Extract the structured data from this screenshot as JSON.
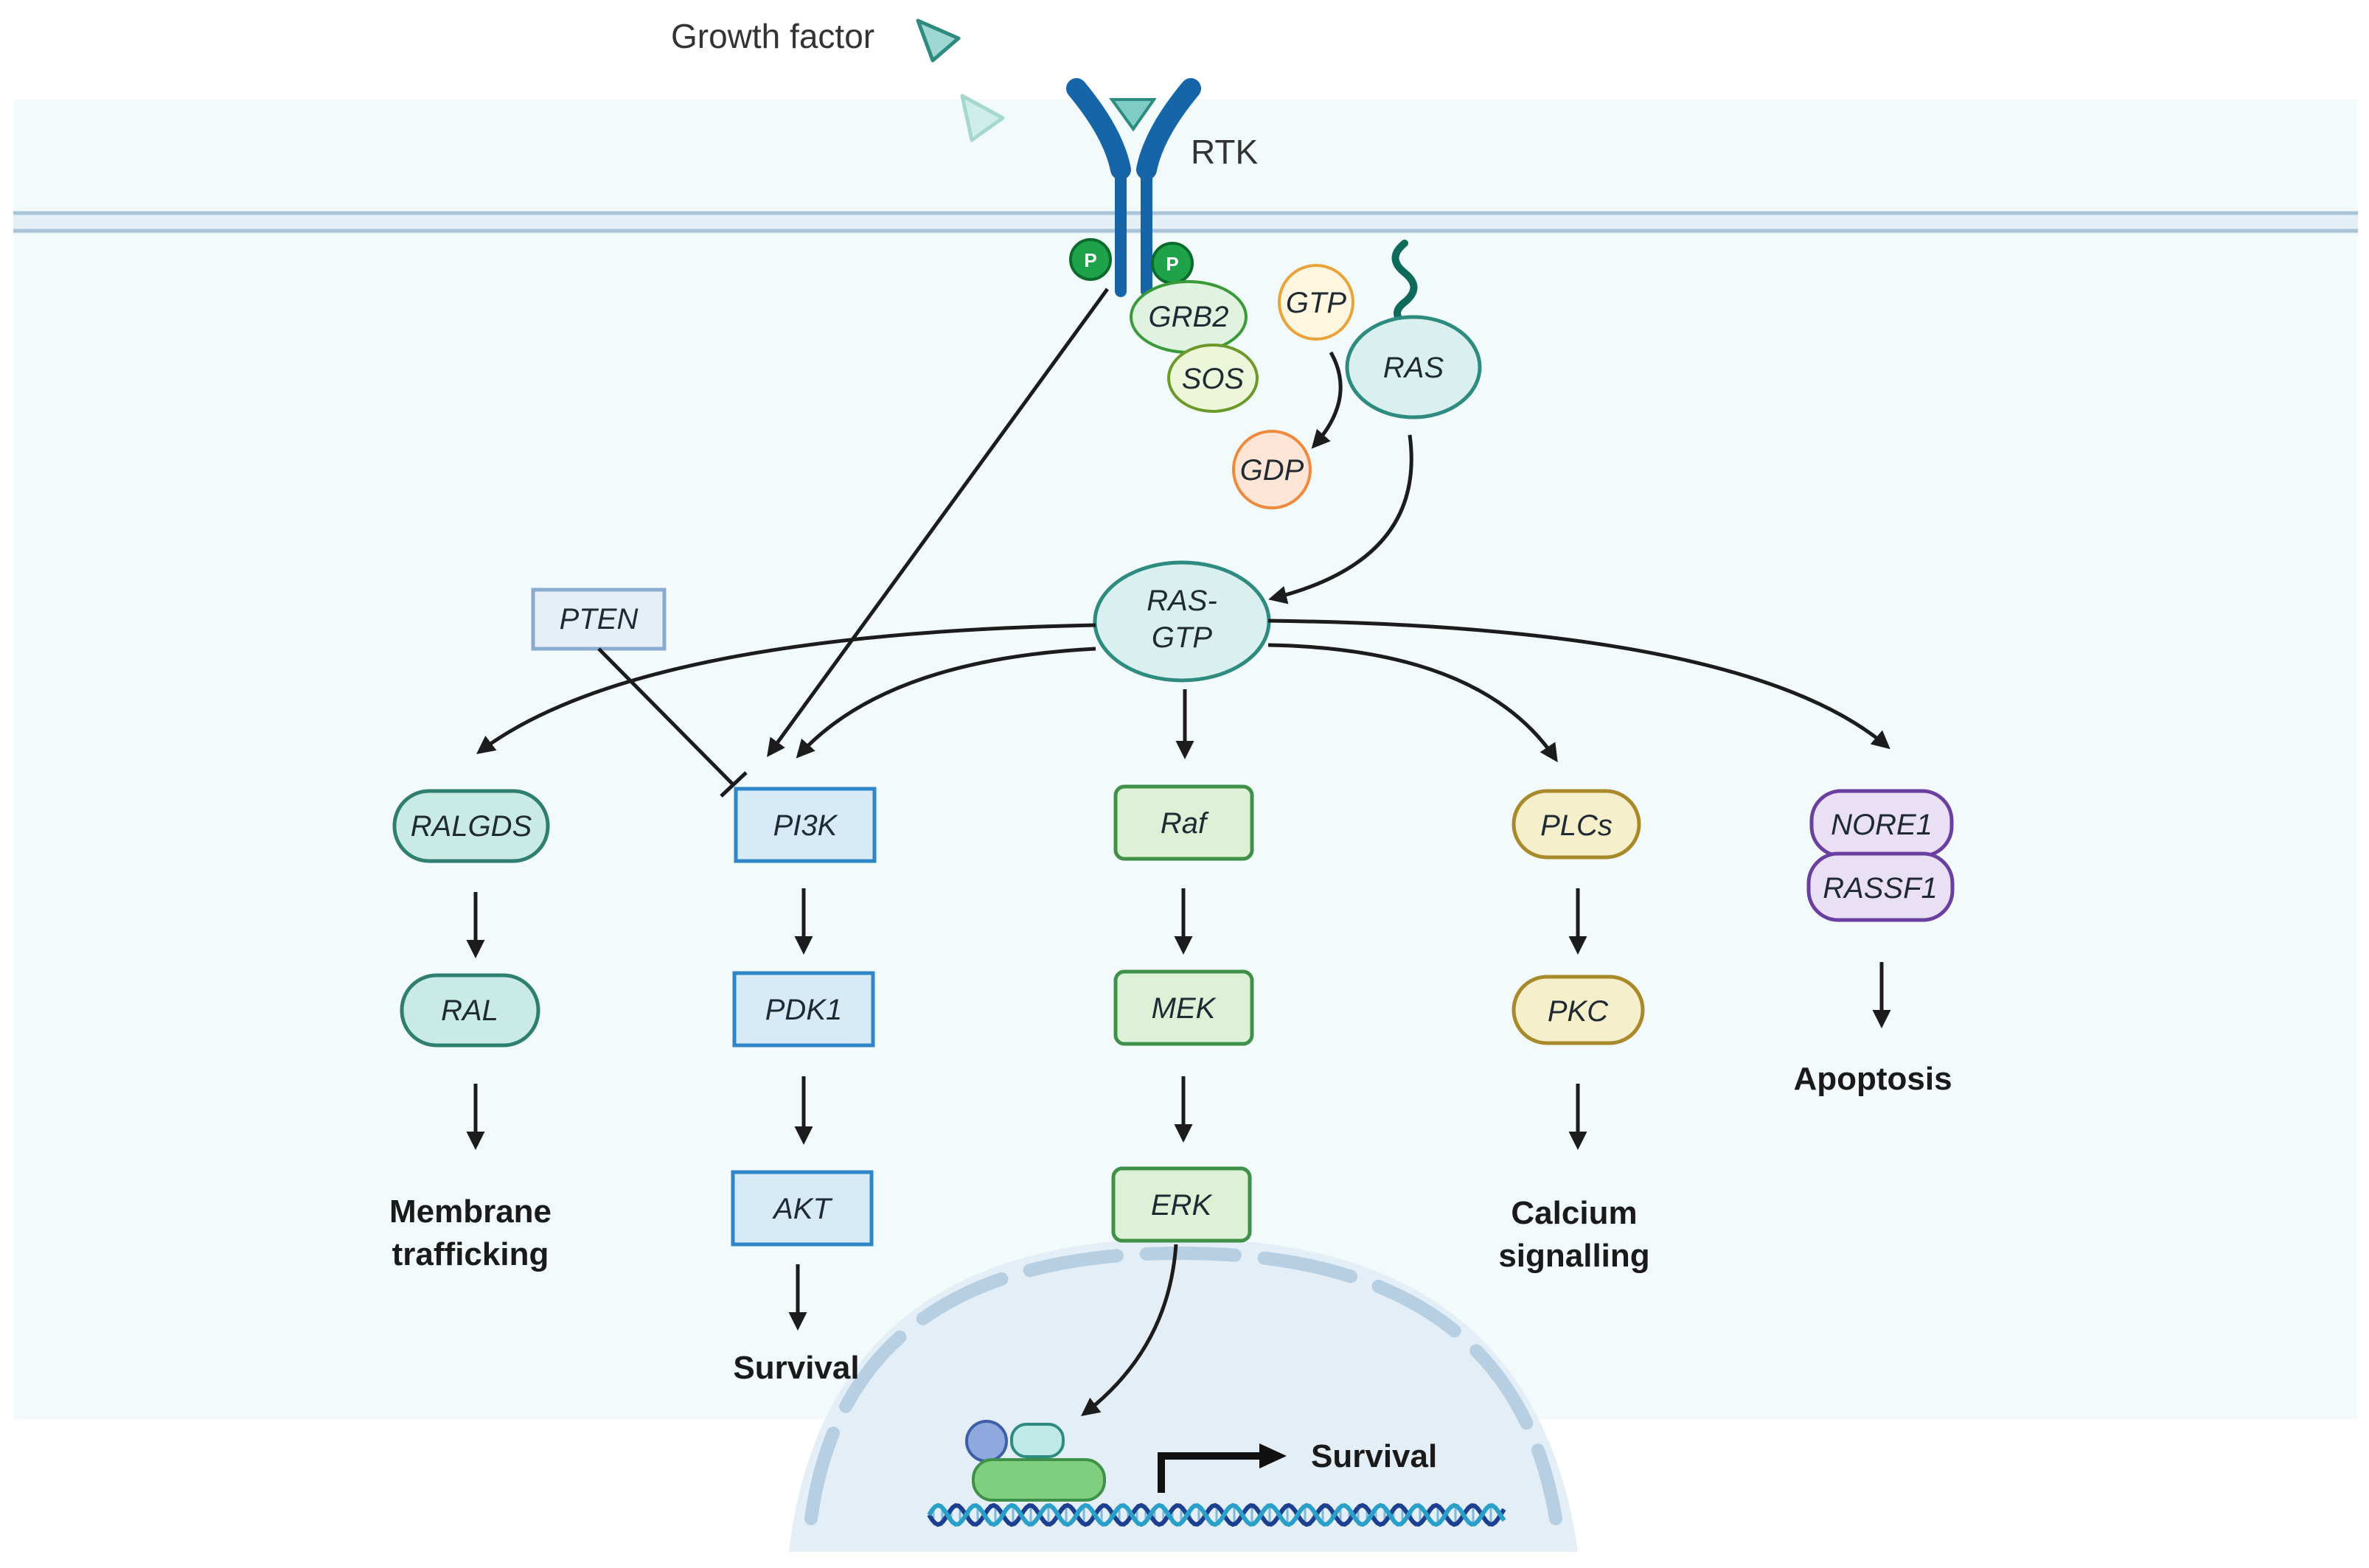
{
  "labels": {
    "growth_factor": "Growth factor",
    "rtk": "RTK",
    "p1": "P",
    "p2": "P",
    "grb2": "GRB2",
    "sos": "SOS",
    "gtp": "GTP",
    "gdp": "GDP",
    "ras": "RAS",
    "ras_gtp_line1": "RAS-",
    "ras_gtp_line2": "GTP",
    "pten": "PTEN"
  },
  "pathways": {
    "ral": {
      "n1": "RALGDS",
      "n2": "RAL",
      "out1": "Membrane",
      "out2": "trafficking"
    },
    "pi3k": {
      "n1": "PI3K",
      "n2": "PDK1",
      "n3": "AKT",
      "out": "Survival"
    },
    "mapk": {
      "n1": "Raf",
      "n2": "MEK",
      "n3": "ERK"
    },
    "plc": {
      "n1": "PLCs",
      "n2": "PKC",
      "out1": "Calcium",
      "out2": "signalling"
    },
    "apoptosis": {
      "n1": "NORE1",
      "n2": "RASSF1",
      "out": "Apoptosis"
    }
  },
  "nucleus": {
    "out": "Survival"
  },
  "colors": {
    "cytoplasm": "#f2fafc",
    "membrane": "#a9c3d8",
    "rtk": "#1565a8",
    "phospho": "#18a84a",
    "ral_fill": "#c9eae5",
    "ral_stroke": "#2f7f70",
    "pi3k_fill": "#d6eaf8",
    "pi3k_stroke": "#2f85c5",
    "mapk_fill": "#ddf1d6",
    "mapk_stroke": "#3f9048",
    "plc_fill": "#f6efcc",
    "plc_stroke": "#a88a2a",
    "apop_fill": "#e9e0f6",
    "apop_stroke": "#6a3fa0"
  }
}
